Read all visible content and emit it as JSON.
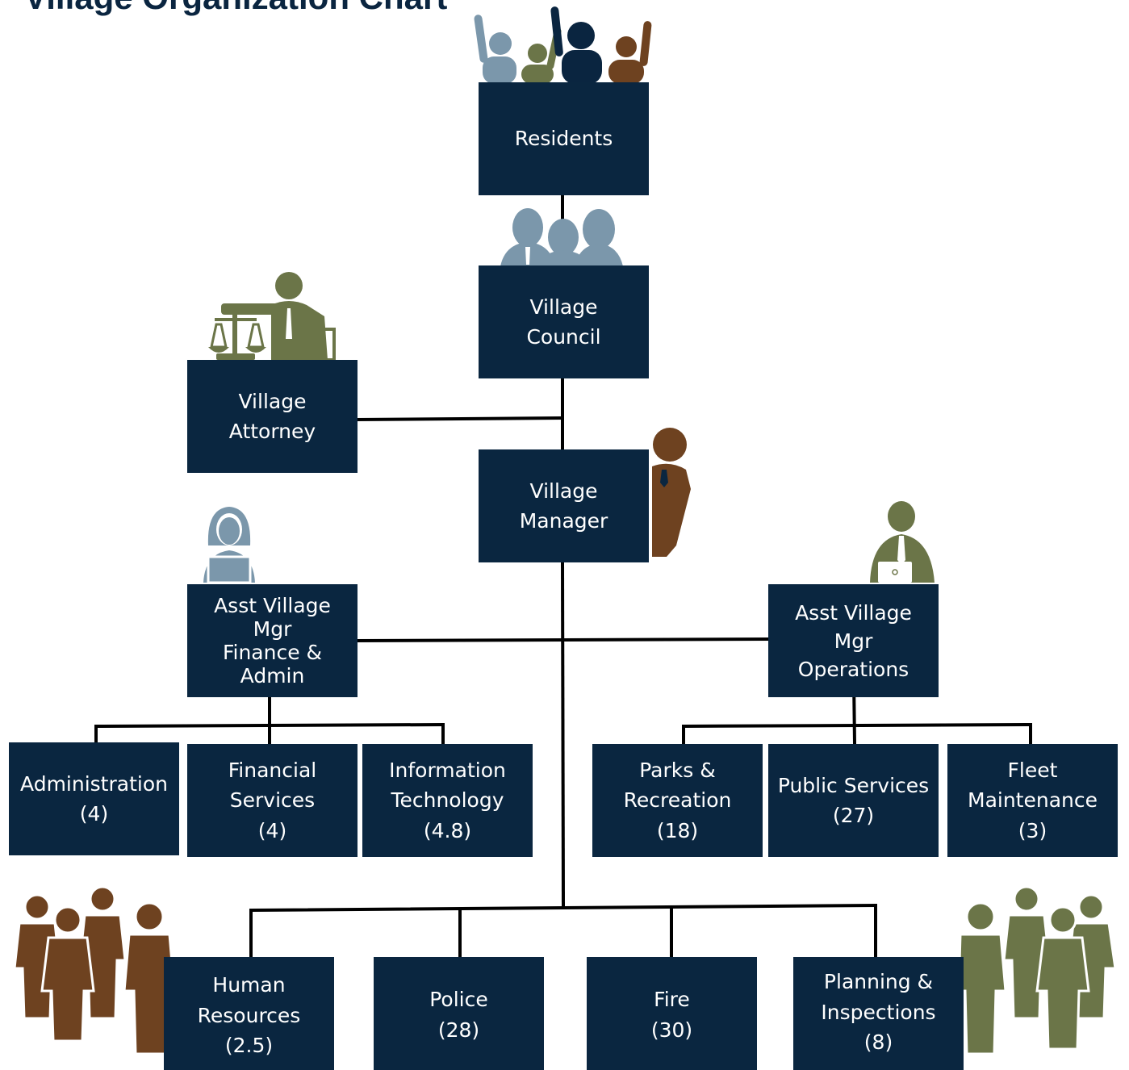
{
  "title": "Village Organization Chart",
  "colors": {
    "box": "#0a2640",
    "line": "#000000",
    "slate": "#7b97ab",
    "olive": "#6b7548",
    "brown": "#6e4220",
    "navy": "#0a2540"
  },
  "nodes": {
    "residents": "Residents",
    "council": "Village\nCouncil",
    "attorney": "Village\nAttorney",
    "manager": "Village\nManager",
    "asst_finance": "Asst Village\nMgr\nFinance &\nAdmin",
    "asst_operations": "Asst Village\nMgr\nOperations",
    "administration": "Administration\n(4)",
    "financial_services": "Financial\nServices\n(4)",
    "information_technology": "Information\nTechnology\n(4.8)",
    "parks_recreation": "Parks &\nRecreation\n(18)",
    "public_services": "Public Services\n(27)",
    "fleet_maintenance": "Fleet\nMaintenance\n(3)",
    "human_resources": "Human\nResources\n(2.5)",
    "police": "Police\n(28)",
    "fire": "Fire\n(30)",
    "planning_inspections": "Planning &\nInspections\n(8)"
  },
  "icons": {
    "residents": "cheering-group-icon",
    "council": "council-members-icon",
    "attorney": "attorney-scales-icon",
    "manager": "manager-figure-icon",
    "asst_finance": "woman-laptop-icon",
    "asst_operations": "man-laptop-icon",
    "staff_left": "staff-group-icon",
    "staff_right": "staff-group-icon"
  }
}
